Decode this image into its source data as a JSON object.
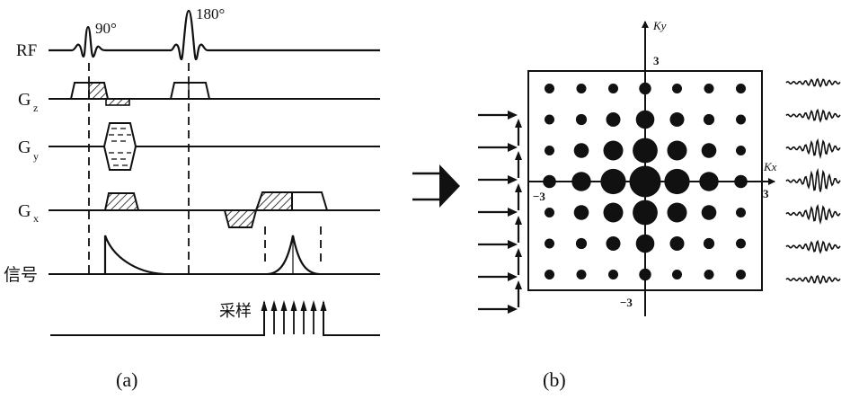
{
  "panel_a": {
    "caption": "(a)",
    "channels": [
      {
        "id": "rf",
        "label": "RF",
        "sub": ""
      },
      {
        "id": "gz",
        "label": "G",
        "sub": "z"
      },
      {
        "id": "gy",
        "label": "G",
        "sub": "y"
      },
      {
        "id": "gx",
        "label": "G",
        "sub": "x"
      },
      {
        "id": "signal",
        "label": "信号",
        "sub": ""
      },
      {
        "id": "sampling",
        "label": "",
        "sub": ""
      }
    ],
    "pulse_labels": {
      "excite": "90°",
      "refocus": "180°"
    },
    "sampling_label": "采样",
    "sampling_arrow_count": 7
  },
  "panel_b": {
    "caption": "(b)",
    "axes": {
      "x_label": "Kx",
      "y_label": "Ky",
      "x_min_label": "−3",
      "x_max_label": "3",
      "y_min_label": "−3",
      "y_max_label": "3"
    },
    "grid_range": [
      -3,
      3
    ],
    "line_arrow_count": 7,
    "echo_count": 7
  },
  "colors": {
    "ink": "#111111",
    "background": "#ffffff"
  }
}
